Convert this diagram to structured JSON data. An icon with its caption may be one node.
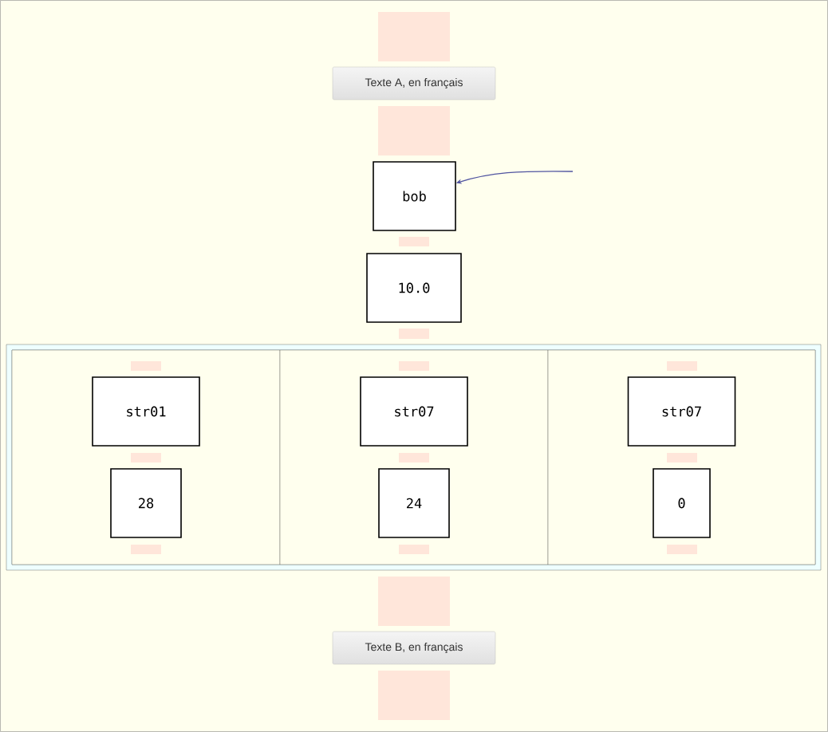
{
  "diagram": {
    "nodes": [
      {
        "text": [],
        "shape": "bar"
      },
      {
        "text": [
          "Texte A, en français"
        ]
      },
      {
        "text": [],
        "shape": "bar"
      },
      {
        "text": [
          "bob"
        ]
      },
      {
        "text": [
          "10.0"
        ]
      },
      {
        "text": [],
        "shape": "box"
      },
      {
        "text": [],
        "shape": "box",
        "in": 5
      },
      {
        "text": [],
        "shape": "box",
        "in": 5
      },
      {
        "text": [],
        "shape": "box",
        "in": 5
      },
      {
        "text": [
          "str01"
        ],
        "in": 6
      },
      {
        "text": [
          "28"
        ],
        "in": 6
      },
      {
        "text": [
          "str07"
        ],
        "in": 7
      },
      {
        "text": [
          "24"
        ],
        "in": 7
      },
      {
        "text": [
          "str07"
        ],
        "in": 8
      },
      {
        "text": [
          "0"
        ],
        "in": 8
      },
      {
        "text": [],
        "shape": "bar"
      },
      {
        "text": [
          "Texte B, en français"
        ]
      },
      {
        "text": [],
        "shape": "bar"
      }
    ],
    "edges": [
      {
        "from": null,
        "to": 3,
        "arrow": "to"
      }
    ]
  }
}
